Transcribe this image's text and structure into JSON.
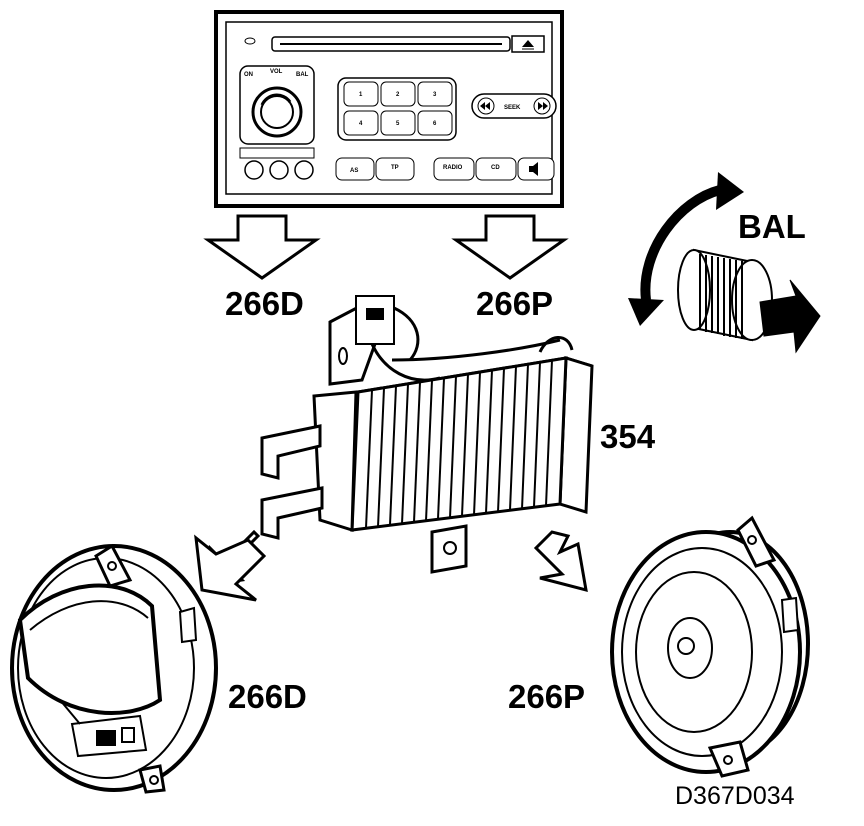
{
  "labels": {
    "arrow_left": "266D",
    "arrow_right": "266P",
    "amplifier": "354",
    "speaker_left": "266D",
    "speaker_right": "266P",
    "balance": "BAL",
    "figure_code": "D367D034"
  },
  "radio": {
    "left_knob_label_1": "ON",
    "left_knob_label_2": "VOL",
    "left_knob_label_3": "BAL",
    "preset_buttons": [
      "1",
      "2",
      "3",
      "4",
      "5",
      "6"
    ],
    "seek_label": "SEEK",
    "button_as": "AS",
    "button_tp": "TP",
    "button_radio": "RADIO",
    "button_cd": "CD"
  }
}
